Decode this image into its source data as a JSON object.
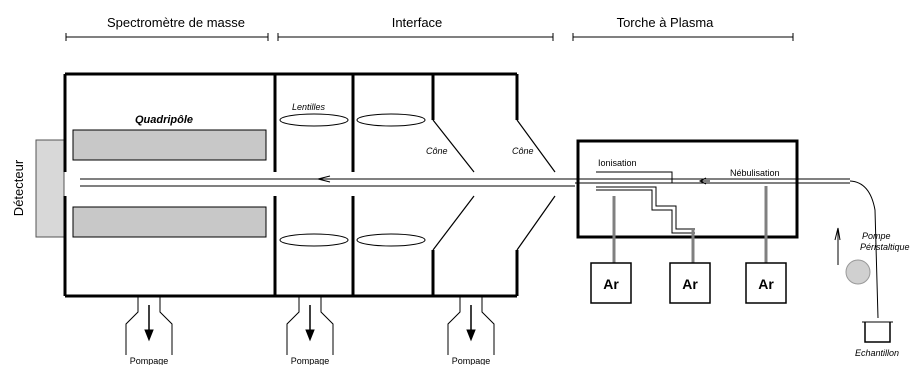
{
  "sections": {
    "mass_spectrometer": "Spectromètre de masse",
    "interface": "Interface",
    "plasma_torch": "Torche à Plasma"
  },
  "labels": {
    "detector": "Détecteur",
    "quadrupole": "Quadripôle",
    "lenses": "Lentilles",
    "cone_1": "Cône",
    "cone_2": "Cône",
    "ionisation": "Ionisation",
    "nebulisation": "Nébulisation",
    "peristaltic_pump_1": "Pompe",
    "peristaltic_pump_2": "Péristaltique",
    "sample": "Echantillon",
    "pumping_1": "Pompage",
    "pumping_2": "Pompage",
    "pumping_3": "Pompage",
    "argon_1": "Ar",
    "argon_2": "Ar",
    "argon_3": "Ar"
  },
  "colors": {
    "line": "#000000",
    "quadrupole_fill": "#c8c8c8",
    "detector_fill": "#d8d8d8",
    "argon_line": "#808080",
    "pump_fill": "#d0d0d0"
  }
}
